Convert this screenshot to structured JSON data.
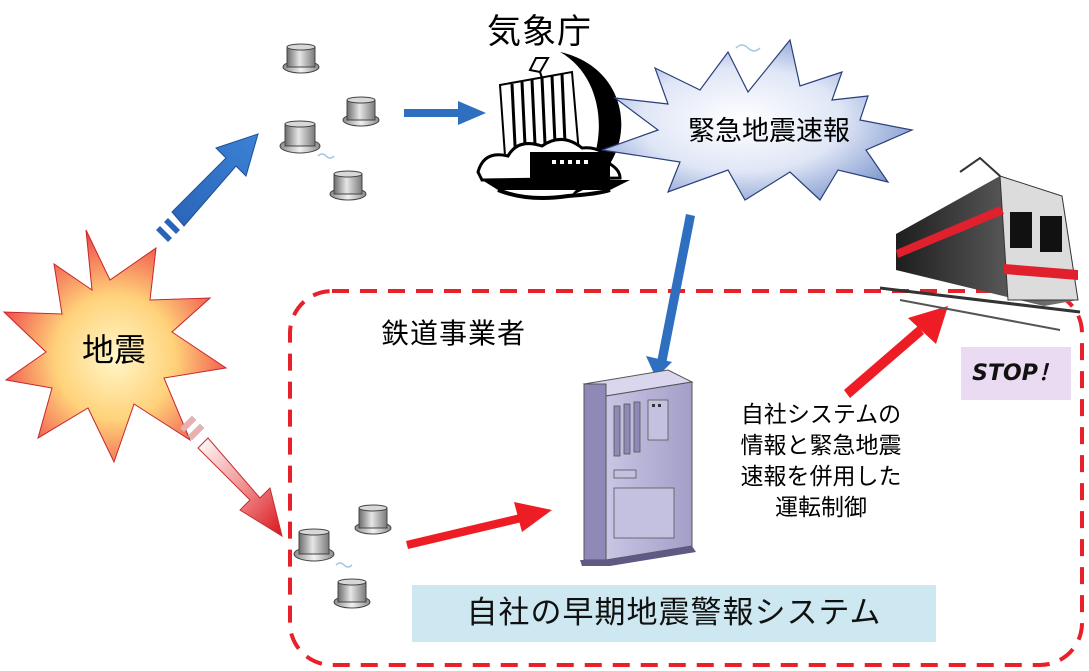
{
  "labels": {
    "jma": "気象庁",
    "eew": "緊急地震速報",
    "earthquake": "地震",
    "operator": "鉄道事業者",
    "control": "自社システムの\n情報と緊急地震\n速報を併用した\n運転制御",
    "stop": "STOP！",
    "own_system": "自社の早期地震警報システム"
  },
  "colors": {
    "blue_arrow": "#2e6fc0",
    "red_arrow": "#ee1c24",
    "dashed_border": "#e8202a",
    "stop_bg": "#eadbf3",
    "system_bg": "#cde8f0",
    "server_fill": "#b9b4d6",
    "train_stripe": "#e0202c"
  },
  "icons": [
    "seismometer-icon",
    "jma-building-icon",
    "eew-burst-icon",
    "earthquake-burst-icon",
    "server-icon",
    "train-icon"
  ]
}
